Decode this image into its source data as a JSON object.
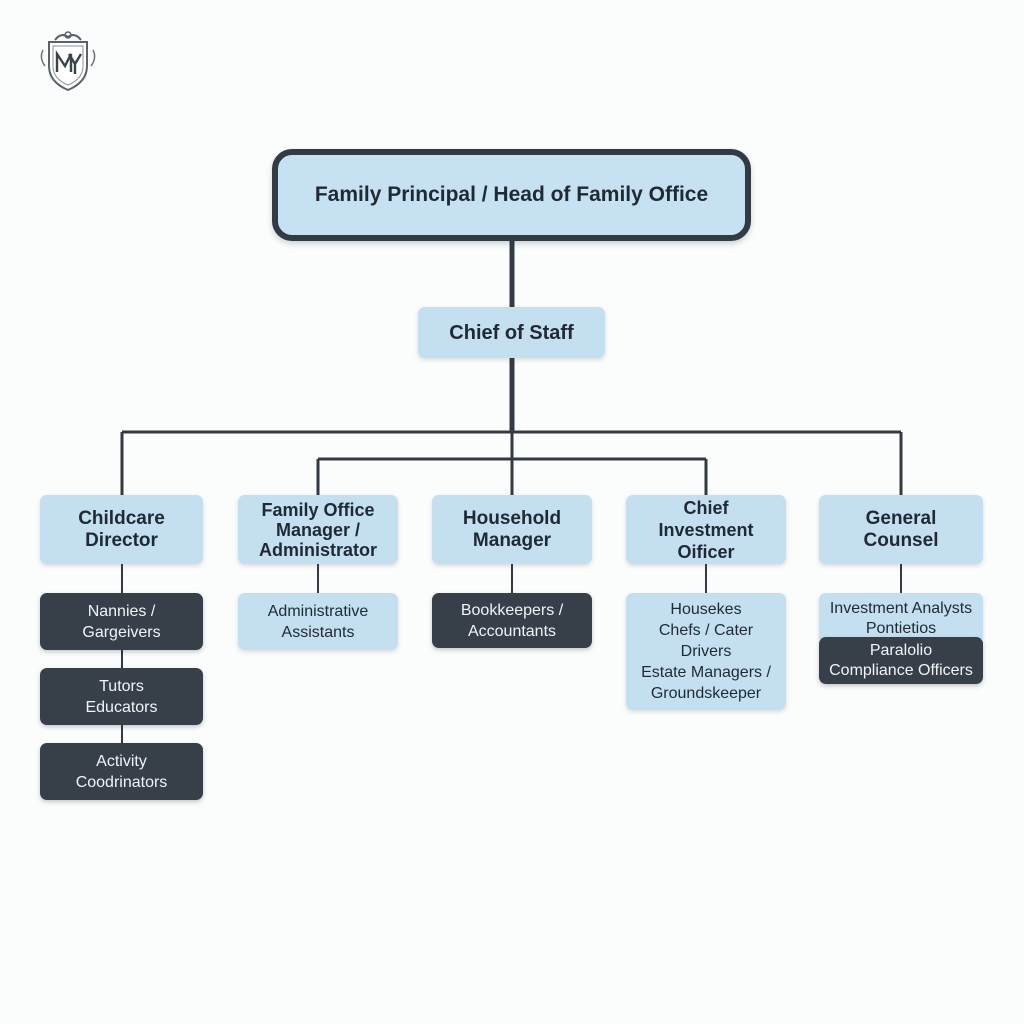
{
  "chart": {
    "root": "Family Principal / Head of Family Office",
    "chief_of_staff": "Chief of Staff",
    "departments": [
      {
        "title": [
          "Childcare",
          "Director"
        ],
        "staff": [
          {
            "lines": [
              "Nannies /",
              "Gargeivers"
            ],
            "style": "dark"
          },
          {
            "lines": [
              "Tutors",
              "Educators"
            ],
            "style": "dark"
          },
          {
            "lines": [
              "Activity",
              "Coodrinators"
            ],
            "style": "dark"
          }
        ]
      },
      {
        "title": [
          "Family Office",
          "Manager /",
          "Administrator"
        ],
        "staff": [
          {
            "lines": [
              "Administrative",
              "Assistants"
            ],
            "style": "light"
          }
        ]
      },
      {
        "title": [
          "Household",
          "Manager"
        ],
        "staff": [
          {
            "lines": [
              "Bookkeepers /",
              "Accountants"
            ],
            "style": "dark"
          }
        ]
      },
      {
        "title": [
          "Chief",
          "Investment",
          "Oificer"
        ],
        "staff": [
          {
            "lines": [
              "Housekes",
              "Chefs / Cater",
              "Drivers",
              "Estate Managers /",
              "Groundskeeper"
            ],
            "style": "light"
          }
        ]
      },
      {
        "title": [
          "General",
          "Counsel"
        ],
        "staff": [
          {
            "lines": [
              "Investment Analysts",
              "Pontietios"
            ],
            "style": "light"
          },
          {
            "lines": [
              "Paralolio",
              "Compliance Officers"
            ],
            "style": "dark"
          }
        ]
      }
    ]
  },
  "colors": {
    "box_light": "#c4dfef",
    "box_dark": "#374049",
    "connector": "#323b44",
    "background": "#fbfcfc"
  },
  "icons": {
    "logo": "monogram-crest-logo"
  }
}
